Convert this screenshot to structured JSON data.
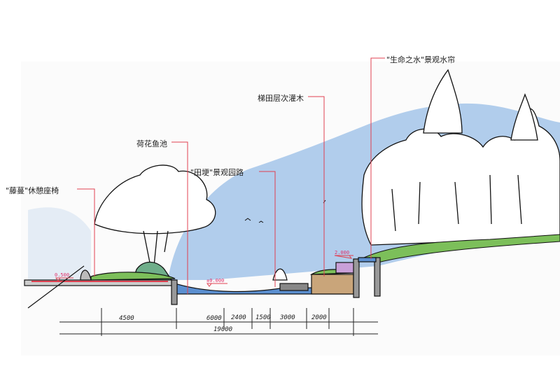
{
  "labels": {
    "vine_seat": "\"藤蔓\"休憩座椅",
    "lotus_pond": "荷花鱼池",
    "field_path": "\"田埂\"景观园路",
    "terrace_shrubs": "梯田层次灌木",
    "water_curtain": "\"生命之水\"景观水帘"
  },
  "elevations": {
    "seat": "0.500",
    "pond": "±0.000",
    "terrace": "2.000"
  },
  "dimensions": {
    "segments": [
      "4500",
      "6000",
      "2400",
      "1500",
      "3000",
      "2000"
    ],
    "total": "19000"
  },
  "colors": {
    "sky": "#a9c8ea",
    "leader": "#e04050",
    "water": "#5b8fd0",
    "grass": "#7cbf5a"
  }
}
